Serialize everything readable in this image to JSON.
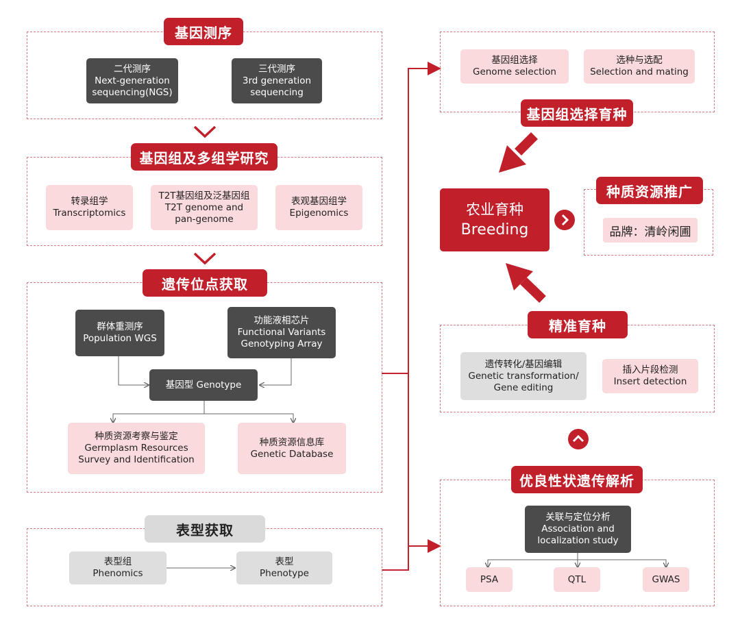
{
  "sequencing": {
    "title": "基因测序",
    "ngs": [
      "二代测序",
      "Next-generation",
      "sequencing(NGS)"
    ],
    "third": [
      "三代测序",
      "3rd generation",
      "sequencing"
    ]
  },
  "omics": {
    "title": "基因组及多组学研究",
    "transcriptomics": [
      "转录组学",
      "Transcriptomics"
    ],
    "t2t": [
      "T2T基因组及泛基因组",
      "T2T genome and",
      "pan-genome"
    ],
    "epigenomics": [
      "表观基因组学",
      "Epigenomics"
    ]
  },
  "loci": {
    "title": "遗传位点获取",
    "population": [
      "群体重测序",
      "Population WGS"
    ],
    "array": [
      "功能液相芯片",
      "Functional Variants",
      "Genotyping Array"
    ],
    "genotype": "基因型 Genotype",
    "germplasm": [
      "种质资源考察与鉴定",
      "Germplasm Resources",
      "Survey and Identification"
    ],
    "database": [
      "种质资源信息库",
      "Genetic Database"
    ]
  },
  "phenotype": {
    "title": "表型获取",
    "phenomics": [
      "表型组",
      "Phenomics"
    ],
    "phenotype": [
      "表型",
      "Phenotype"
    ]
  },
  "genome_selection": {
    "title": "基因组选择育种",
    "selection": [
      "基因组选择",
      "Genome selection"
    ],
    "mating": [
      "选种与选配",
      "Selection and mating"
    ]
  },
  "breeding": {
    "line1": "农业育种",
    "line2": "Breeding"
  },
  "promotion": {
    "title": "种质资源推广",
    "brand": "品牌：清岭闲圃"
  },
  "precision": {
    "title": "精准育种",
    "transformation": [
      "遗传转化/基因编辑",
      "Genetic transformation/",
      "Gene editing"
    ],
    "insert": [
      "插入片段检测",
      "Insert detection"
    ]
  },
  "traits": {
    "title": "优良性状遗传解析",
    "association": [
      "关联与定位分析",
      "Association and",
      "localization study"
    ],
    "psa": "PSA",
    "qtl": "QTL",
    "gwas": "GWAS"
  },
  "colors": {
    "accent": "#c11f2a",
    "dark_box": "#4b4b4b",
    "pink_box": "#fadadd",
    "gray_box": "#dedede"
  }
}
